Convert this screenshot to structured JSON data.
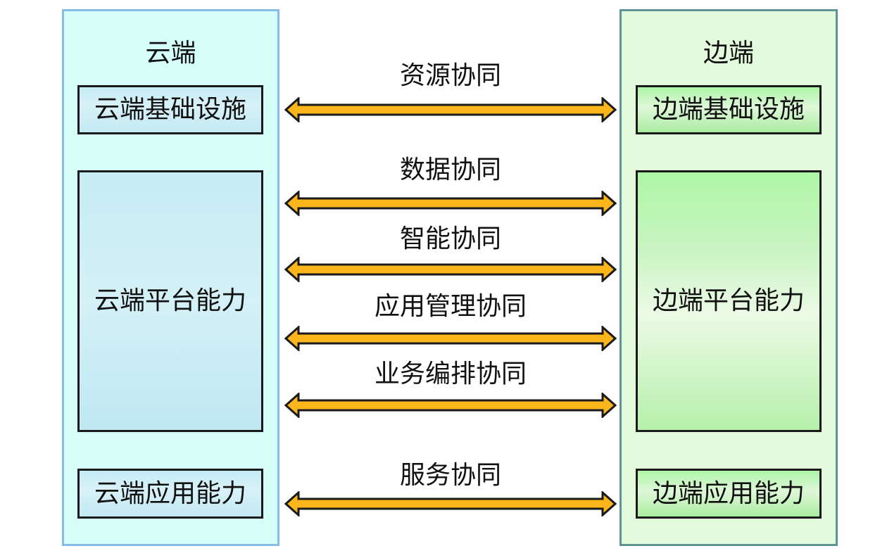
{
  "cloud": {
    "title": "云端",
    "infrastructure": "云端基础设施",
    "platform": "云端平台能力",
    "application": "云端应用能力",
    "colors": {
      "background": "#d7fffa",
      "border": "#86bde8",
      "box_fill": "#c4ecf4"
    }
  },
  "edge": {
    "title": "边端",
    "infrastructure": "边端基础设施",
    "platform": "边端平台能力",
    "application": "边端应用能力",
    "colors": {
      "background": "#e3fadc",
      "border": "#5f9494",
      "box_fill": "#aef5a8"
    }
  },
  "collaborations": [
    {
      "label": "资源协同"
    },
    {
      "label": "数据协同"
    },
    {
      "label": "智能协同"
    },
    {
      "label": "应用管理协同"
    },
    {
      "label": "业务编排协同"
    },
    {
      "label": "服务协同"
    }
  ],
  "arrow_style": {
    "fill": "#fdb51c",
    "stroke": "#1a1a1a",
    "direction": "bidirectional"
  }
}
